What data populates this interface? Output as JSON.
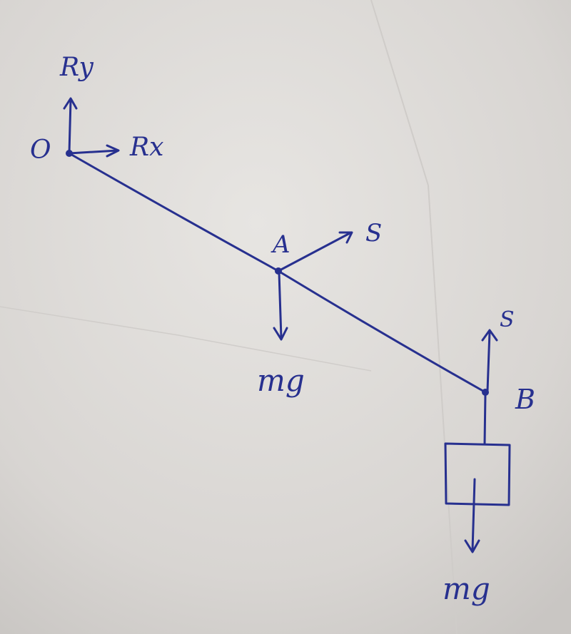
{
  "diagram": {
    "ink_color": "#27308f",
    "paper_color": "#dcd9d6",
    "labels": {
      "origin": "O",
      "reaction_y": "Ry",
      "reaction_x": "Rx",
      "point_a": "A",
      "tension_a": "S",
      "weight_rod": "mg",
      "point_b": "B",
      "tension_b": "S",
      "weight_block": "mg"
    }
  }
}
